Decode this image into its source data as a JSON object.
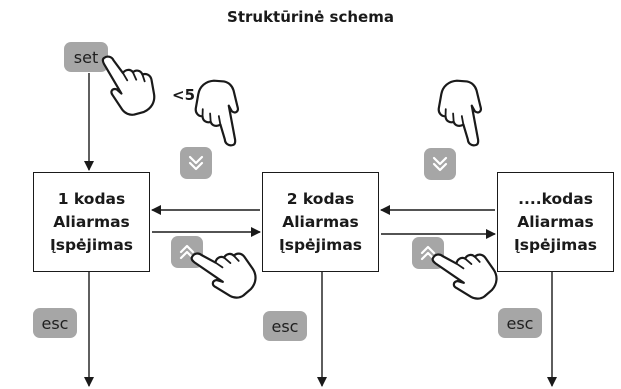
{
  "title": "Struktūrinė schema",
  "press_note": "<5 sek.",
  "buttons": {
    "set": "set",
    "esc": "esc"
  },
  "boxes": [
    {
      "line1": "1 kodas",
      "line2": "Aliarmas",
      "line3": "Įspėjimas"
    },
    {
      "line1": "2 kodas",
      "line2": "Aliarmas",
      "line3": "Įspėjimas"
    },
    {
      "line1": "....kodas",
      "line2": "Aliarmas",
      "line3": "Įspėjimas"
    }
  ],
  "icons": {
    "hand": "hand-pointer-icon",
    "up": "double-chevron-up-icon",
    "down": "double-chevron-down-icon"
  },
  "colors": {
    "button_fill": "#a6a6a6",
    "line": "#1a1a1a"
  }
}
